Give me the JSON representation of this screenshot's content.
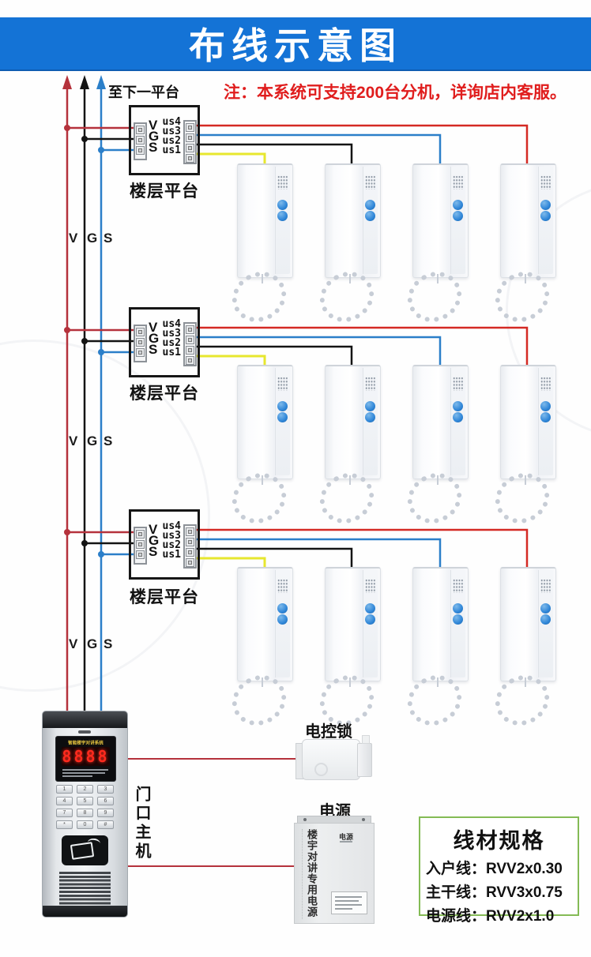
{
  "title": "布线示意图",
  "note": "注：本系统可支持200台分机，详询店内客服。",
  "to_next_platform": "至下一平台",
  "trunk_labels": {
    "v": "V",
    "g": "G",
    "s": "S"
  },
  "platform": {
    "label": "楼层平台",
    "left_terminals": [
      "V",
      "G",
      "S"
    ],
    "right_terminals": [
      "us4",
      "us3",
      "us2",
      "us1"
    ]
  },
  "door_station": {
    "label": "门口主机",
    "display_header": "智能楼宇对讲系统",
    "display_digits": "8888",
    "keypad": [
      [
        "1",
        "2",
        "3"
      ],
      [
        "4",
        "5",
        "6"
      ],
      [
        "7",
        "8",
        "9"
      ],
      [
        "*",
        "0",
        "#"
      ]
    ]
  },
  "lock": {
    "label": "电控锁"
  },
  "power": {
    "label": "电源",
    "small_label": "电源",
    "side_text": "楼宇对讲专用电源"
  },
  "spec_box": {
    "title": "线材规格",
    "lines": [
      "入户线：RVV2x0.30",
      "主干线：RVV3x0.75",
      "电源线：RVV2x1.0"
    ]
  },
  "colors": {
    "banner": "#1473d6",
    "note_red": "#e01d1d",
    "trunk_red": "#b5323c",
    "wire_red": "#d42a24",
    "wire_black": "#141414",
    "wire_blue": "#2b7fc9",
    "wire_yellow": "#e7e72e",
    "button_blue": "#2f86d8",
    "seg_red": "#ff2a1e",
    "spec_border": "#84bb55"
  }
}
